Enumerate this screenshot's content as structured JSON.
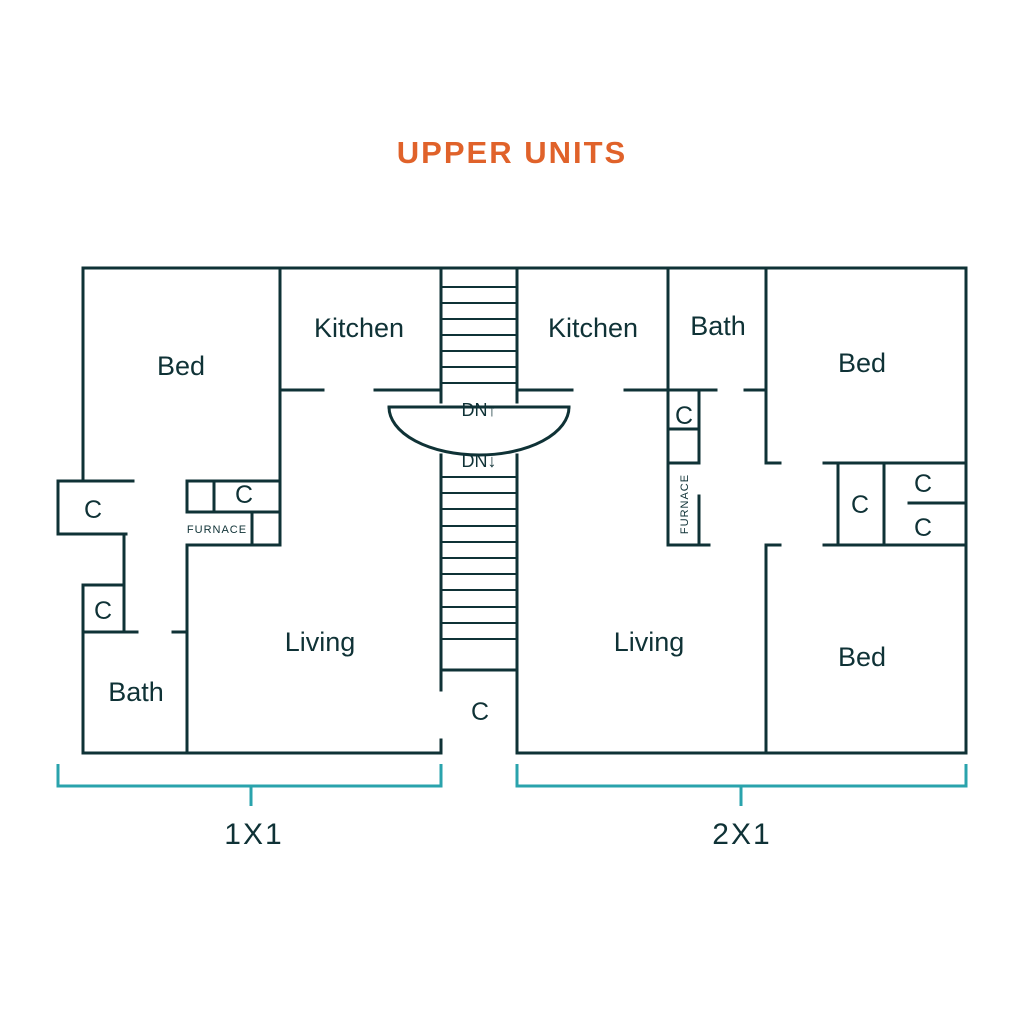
{
  "colors": {
    "wall": "#0f3236",
    "title": "#e0622a",
    "dimension": "#2aa3ac",
    "background": "#ffffff"
  },
  "title": "UPPER UNITS",
  "left_unit": {
    "name": "1X1",
    "rooms": {
      "bed": "Bed",
      "kitchen": "Kitchen",
      "living": "Living",
      "bath": "Bath"
    },
    "closets": [
      "C",
      "C",
      "C"
    ],
    "furnace": "FURNACE"
  },
  "stairs": {
    "up_label": "DN↑",
    "down_label": "DN↓",
    "closet": "C"
  },
  "right_unit": {
    "name": "2X1",
    "rooms": {
      "kitchen": "Kitchen",
      "bath": "Bath",
      "bed_top": "Bed",
      "living": "Living",
      "bed_bottom": "Bed"
    },
    "closets": [
      "C",
      "C",
      "C",
      "C"
    ],
    "furnace": "FURNACE"
  }
}
